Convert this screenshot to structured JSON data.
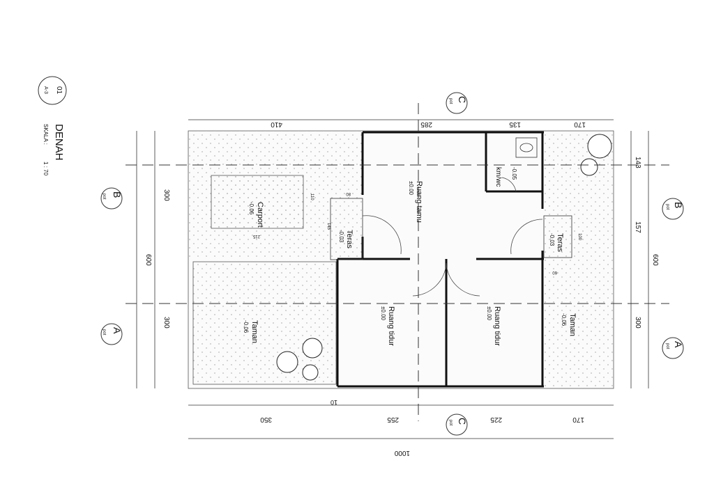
{
  "title_block": {
    "sheet_number": "01",
    "sheet_ref": "A-3",
    "title": "DENAH",
    "scale_label": "SKALA :",
    "scale_value": "1 : 70"
  },
  "rooms": {
    "carport": {
      "name": "Carport",
      "level": "-0.06"
    },
    "teras_left": {
      "name": "Teras",
      "level": "-0.03"
    },
    "ruang_tamu": {
      "name": "Ruang tamu",
      "level": "±0.00"
    },
    "kmwc": {
      "name": "km/wc",
      "level": "-0.05"
    },
    "teras_right": {
      "name": "Teras",
      "level": "-0.03"
    },
    "taman_left": {
      "name": "Taman",
      "level": "-0.06"
    },
    "ruang_tidur_1": {
      "name": "Ruang tidur",
      "level": "±0.00"
    },
    "ruang_tidur_2": {
      "name": "Ruang tidur",
      "level": "±0.00"
    },
    "taman_right": {
      "name": "Taman",
      "level": "-0.06"
    }
  },
  "dims": {
    "top": [
      "410",
      "285",
      "135",
      "170"
    ],
    "bottom": [
      "350",
      "255",
      "225",
      "170"
    ],
    "bottom_small": "10",
    "total": "1000",
    "left": [
      "300",
      "300"
    ],
    "left_total": "600",
    "right": [
      "143",
      "157",
      "300"
    ],
    "right_total": "600",
    "carport_w": "215",
    "carport_h": "110",
    "teras_left_w": "80",
    "teras_left_h": "145",
    "teras_right_w": "60",
    "teras_right_h": "100"
  },
  "sections": {
    "A": {
      "letter": "A",
      "ref": "pot"
    },
    "B": {
      "letter": "B",
      "ref": "pot"
    },
    "C": {
      "letter": "C",
      "ref": "pot"
    }
  }
}
